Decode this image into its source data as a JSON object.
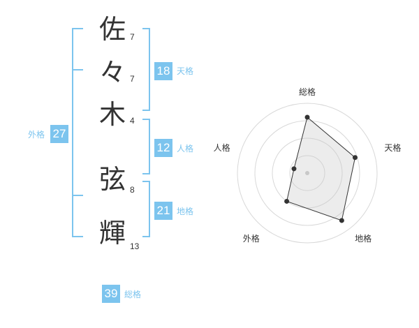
{
  "name": {
    "characters": [
      {
        "char": "佐",
        "strokes": "7"
      },
      {
        "char": "々",
        "strokes": "7"
      },
      {
        "char": "木",
        "strokes": "4"
      },
      {
        "char": "弦",
        "strokes": "8"
      },
      {
        "char": "輝",
        "strokes": "13"
      }
    ]
  },
  "fortune": {
    "tenkaku": {
      "value": "18",
      "label": "天格"
    },
    "jinkaku": {
      "value": "12",
      "label": "人格"
    },
    "chikaku": {
      "value": "21",
      "label": "地格"
    },
    "gaikaku": {
      "value": "27",
      "label": "外格"
    },
    "soukaku": {
      "value": "39",
      "label": "総格"
    }
  },
  "accent_color": "#7cc4ee",
  "radar": {
    "axes": [
      "総格",
      "天格",
      "地格",
      "外格",
      "人格"
    ],
    "values": [
      4,
      3.6,
      4.2,
      2.5,
      1.0
    ],
    "max": 5,
    "rings": 4
  }
}
